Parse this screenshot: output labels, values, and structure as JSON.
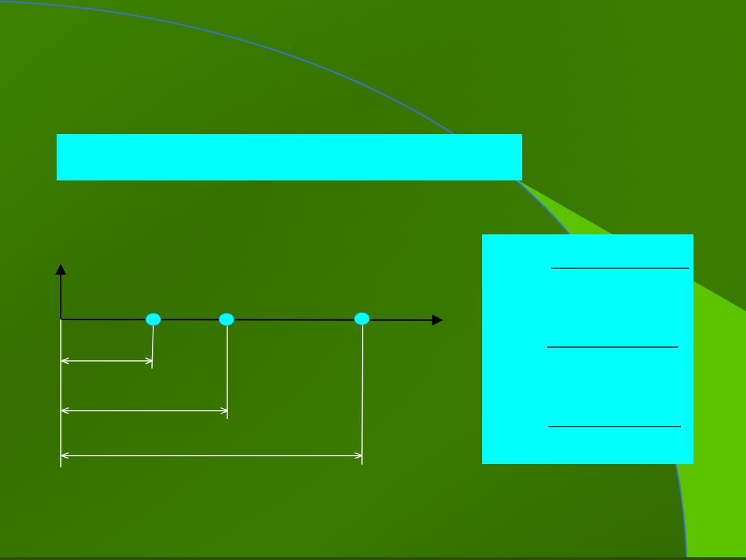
{
  "colors": {
    "background_dark": "#356f00",
    "background_light": "#3d8700",
    "accent_green": "#5cc300",
    "arc_stroke": "#3a6fd6",
    "cyan_box": "#00ffff",
    "white_line": "#ffffff",
    "black_line": "#000000"
  },
  "title_box": {
    "text": ""
  },
  "diagram": {
    "markers": [
      {
        "name": "point-1"
      },
      {
        "name": "point-2"
      },
      {
        "name": "point-3"
      }
    ],
    "distance_arrows": [
      {
        "name": "distance-arrow-1"
      },
      {
        "name": "distance-arrow-2"
      },
      {
        "name": "distance-arrow-3"
      }
    ]
  },
  "right_panel": {
    "blanks": [
      {
        "name": "blank-line-1"
      },
      {
        "name": "blank-line-2"
      },
      {
        "name": "blank-line-3"
      }
    ]
  }
}
